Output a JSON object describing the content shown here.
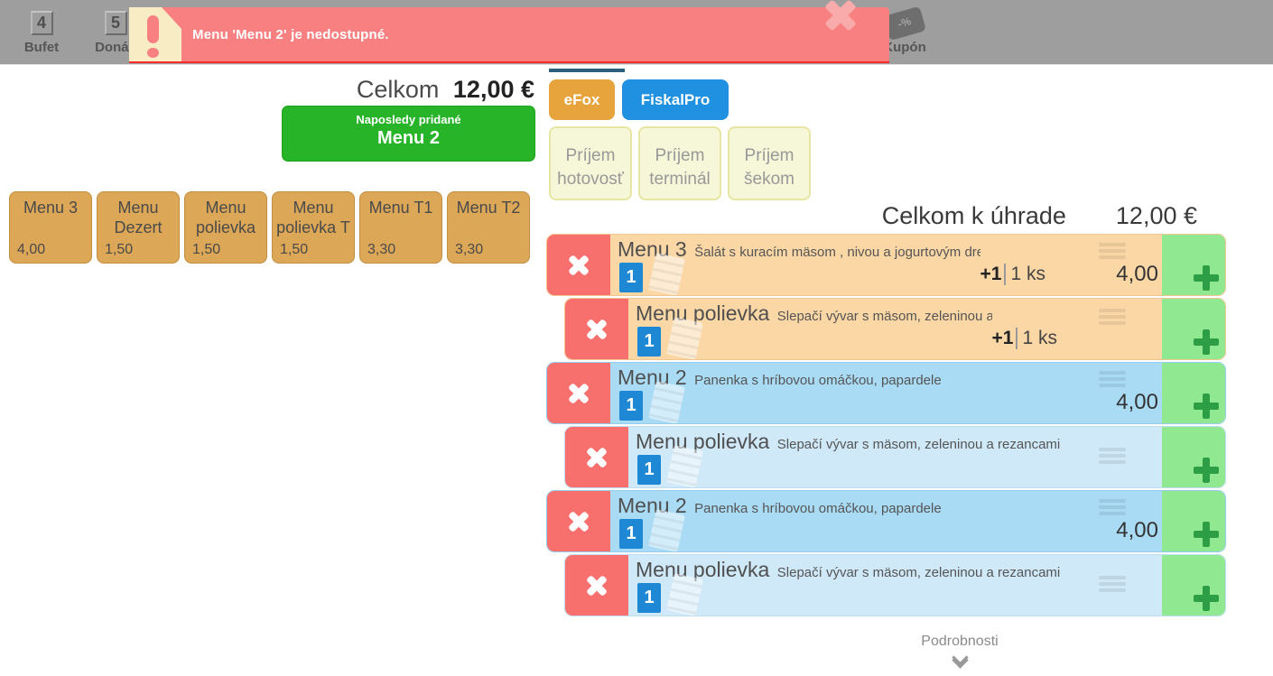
{
  "colors": {
    "topbar_gray": "#9e9e9e",
    "banner_red": "#f88080",
    "banner_cream": "#f7ecc3",
    "brand_efox": "#e8a43c",
    "brand_fiskalpro": "#2090e0",
    "success_green": "#28b428",
    "menu_tan": "#dca757",
    "row_orange": "#fbd7a6",
    "row_blue": "#a9dbf5",
    "row_lightblue": "#cfe9f8",
    "delete_red": "#f7706d",
    "add_green": "#90e890",
    "qty_badge_blue": "#1e88d5",
    "tab_indicator_navy": "#2d607f"
  },
  "top_bar": {
    "bufet": {
      "key": "4",
      "label": "Bufet"
    },
    "donaska": {
      "key": "5",
      "label": "Donáš"
    },
    "kupon": {
      "label": "Kupón",
      "icon_text": "-%"
    }
  },
  "notification": {
    "message": "Menu 'Menu 2' je nedostupné."
  },
  "totals": {
    "total_label": "Celkom",
    "total_value": "12,00 €",
    "due_label": "Celkom k úhrade",
    "due_value": "12,00 €"
  },
  "last_added": {
    "caption": "Naposledy pridané",
    "item": "Menu 2"
  },
  "menu_buttons": [
    {
      "name": "Menu 3",
      "price": "4,00"
    },
    {
      "name": "Menu Dezert",
      "price": "1,50"
    },
    {
      "name": "Menu polievka",
      "price": "1,50"
    },
    {
      "name": "Menu polievka T",
      "price": "1,50"
    },
    {
      "name": "Menu T1",
      "price": "3,30"
    },
    {
      "name": "Menu T2",
      "price": "3,30"
    }
  ],
  "payment": {
    "providers": [
      {
        "label": "eFox"
      },
      {
        "label": "FiskalPro"
      }
    ],
    "methods": [
      {
        "label": "Príjem hotovosť"
      },
      {
        "label": "Príjem terminál"
      },
      {
        "label": "Príjem šekom"
      }
    ]
  },
  "order": {
    "items": [
      {
        "name": "Menu 3",
        "desc": "Šalát s kuracím mäsom , nivou a jogurtovým dressingom",
        "qty": "1",
        "added": "+1",
        "unit": "1 ks",
        "price": "4,00"
      },
      {
        "name": "Menu polievka",
        "desc": "Slepačí vývar s mäsom, zeleninou a rezancami",
        "qty": "1",
        "added": "+1",
        "unit": "1 ks"
      },
      {
        "name": "Menu 2",
        "desc": "Panenka s hríbovou omáčkou, papardele",
        "qty": "1",
        "price": "4,00"
      },
      {
        "name": "Menu polievka",
        "desc": "Slepačí vývar s mäsom, zeleninou a rezancami",
        "qty": "1"
      },
      {
        "name": "Menu 2",
        "desc": "Panenka s hríbovou omáčkou, papardele",
        "qty": "1",
        "price": "4,00"
      },
      {
        "name": "Menu polievka",
        "desc": "Slepačí vývar s mäsom, zeleninou a rezancami",
        "qty": "1"
      }
    ],
    "details_label": "Podrobnosti"
  }
}
